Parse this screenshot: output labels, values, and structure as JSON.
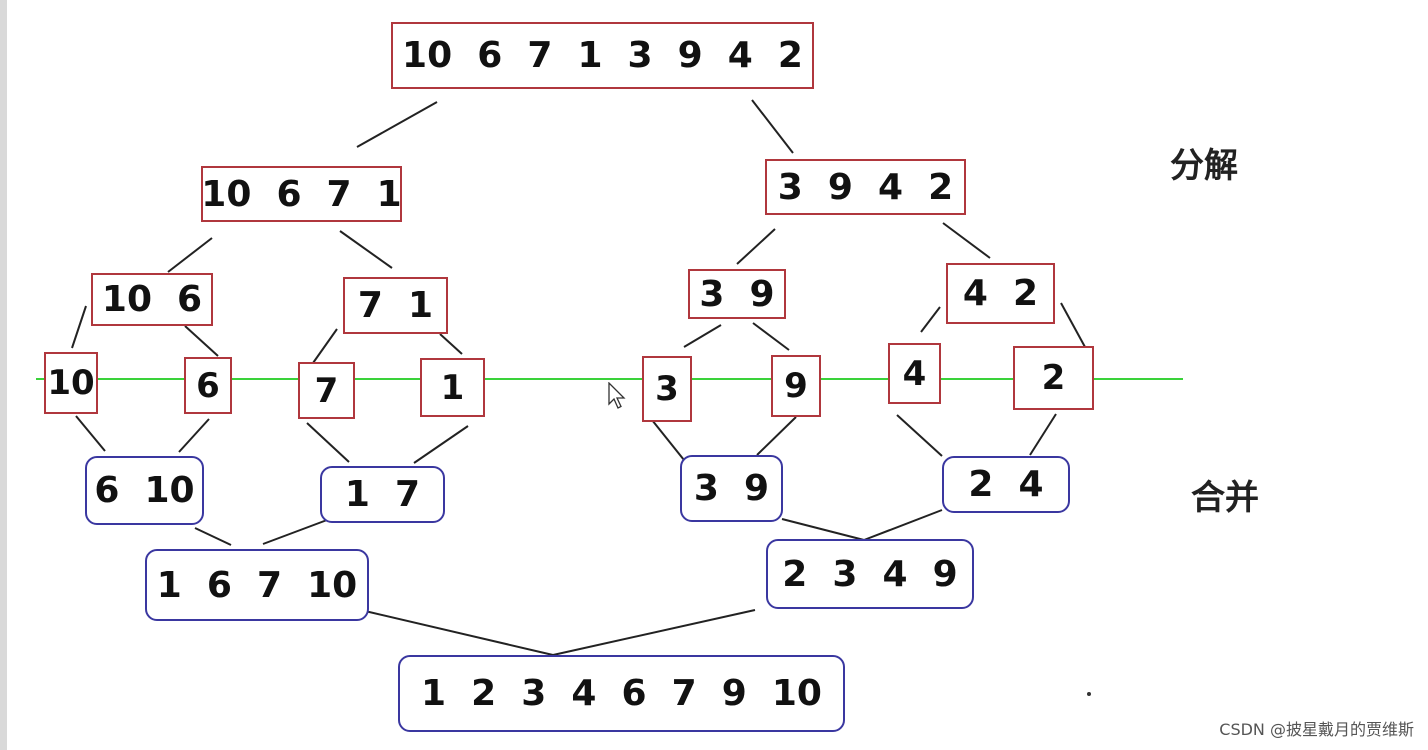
{
  "labels": {
    "split": "分解",
    "merge": "合并"
  },
  "watermark": "CSDN @披星戴月的贾维斯",
  "split_nodes": {
    "root": "10 6 7 1 3 9 4 2",
    "l": "10 6 7 1",
    "r": "3 9 4 2",
    "ll": "10 6",
    "lr": "7 1",
    "rl": "3 9",
    "rr": "4 2",
    "lll": "10",
    "llr": "6",
    "lrl": "7",
    "lrr": "1",
    "rll": "3",
    "rlr": "9",
    "rrl": "4",
    "rrr": "2"
  },
  "merge_nodes": {
    "m_ll": "6 10",
    "m_lr": "1 7",
    "m_rl": "3 9",
    "m_rr": "2 4",
    "m_l": "1 6 7 10",
    "m_r": "2 3 4 9",
    "final": "1 2 3 4 6 7 9 10"
  },
  "colors": {
    "split_border": "#b0373d",
    "merge_border": "#3a37a0",
    "divider_line": "#3ad23a",
    "connector": "#222222"
  }
}
